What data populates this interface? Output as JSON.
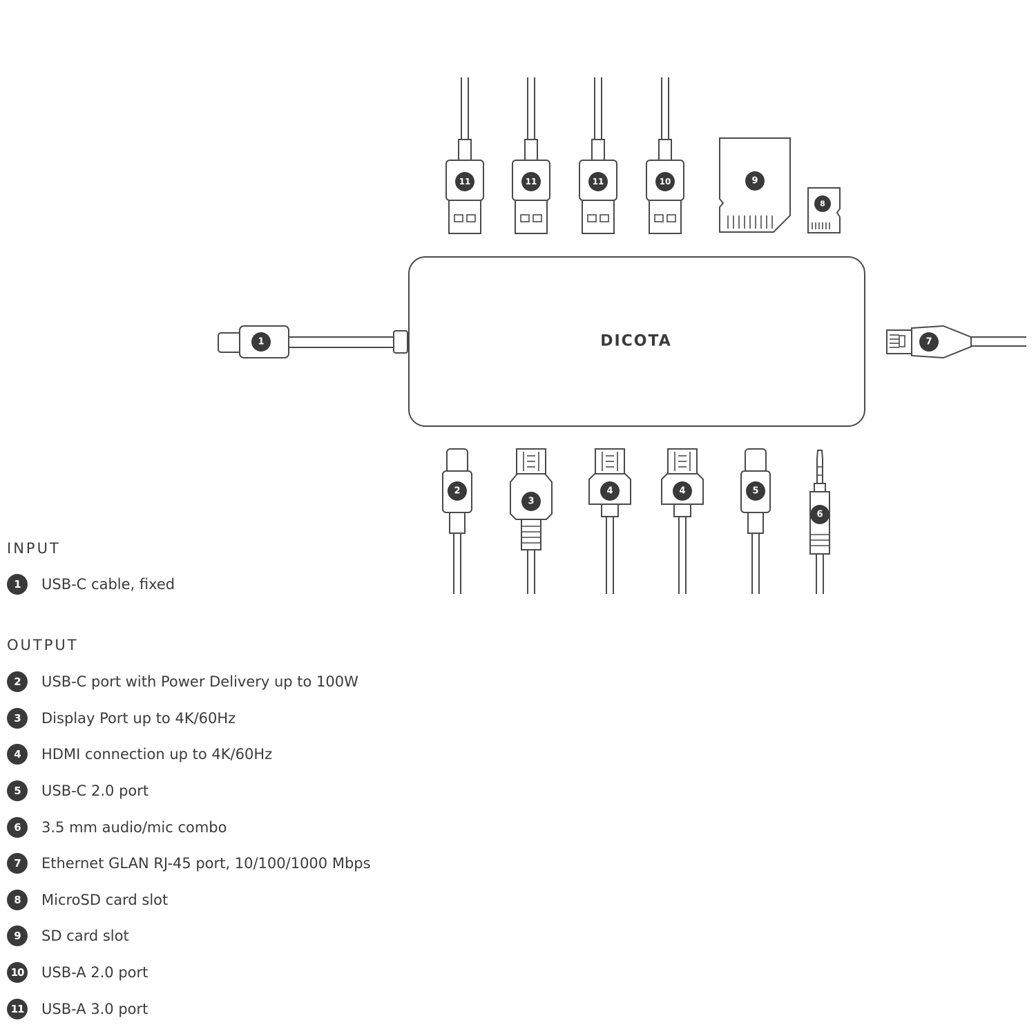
{
  "brand": "DICOTA",
  "input": {
    "heading": "INPUT",
    "items": [
      {
        "num": "1",
        "label": "USB-C cable, fixed"
      }
    ]
  },
  "output": {
    "heading": "OUTPUT",
    "items": [
      {
        "num": "2",
        "label": "USB-C port with Power Delivery up to 100W"
      },
      {
        "num": "3",
        "label": "Display Port up to 4K/60Hz"
      },
      {
        "num": "4",
        "label": "HDMI connection up to 4K/60Hz"
      },
      {
        "num": "5",
        "label": "USB-C 2.0 port"
      },
      {
        "num": "6",
        "label": "3.5 mm audio/mic combo"
      },
      {
        "num": "7",
        "label": "Ethernet GLAN RJ-45 port, 10/100/1000 Mbps"
      },
      {
        "num": "8",
        "label": "MicroSD card slot"
      },
      {
        "num": "9",
        "label": "SD card slot"
      },
      {
        "num": "10",
        "label": "USB-A 2.0 port"
      },
      {
        "num": "11",
        "label": "USB-A 3.0 port"
      }
    ]
  },
  "diagram": {
    "top_connectors": [
      "11",
      "11",
      "11",
      "10"
    ],
    "sd_card": "9",
    "microsd_card": "8",
    "input_cable": "1",
    "ethernet": "7",
    "bottom_connectors": [
      "2",
      "3",
      "4",
      "4",
      "5",
      "6"
    ]
  }
}
